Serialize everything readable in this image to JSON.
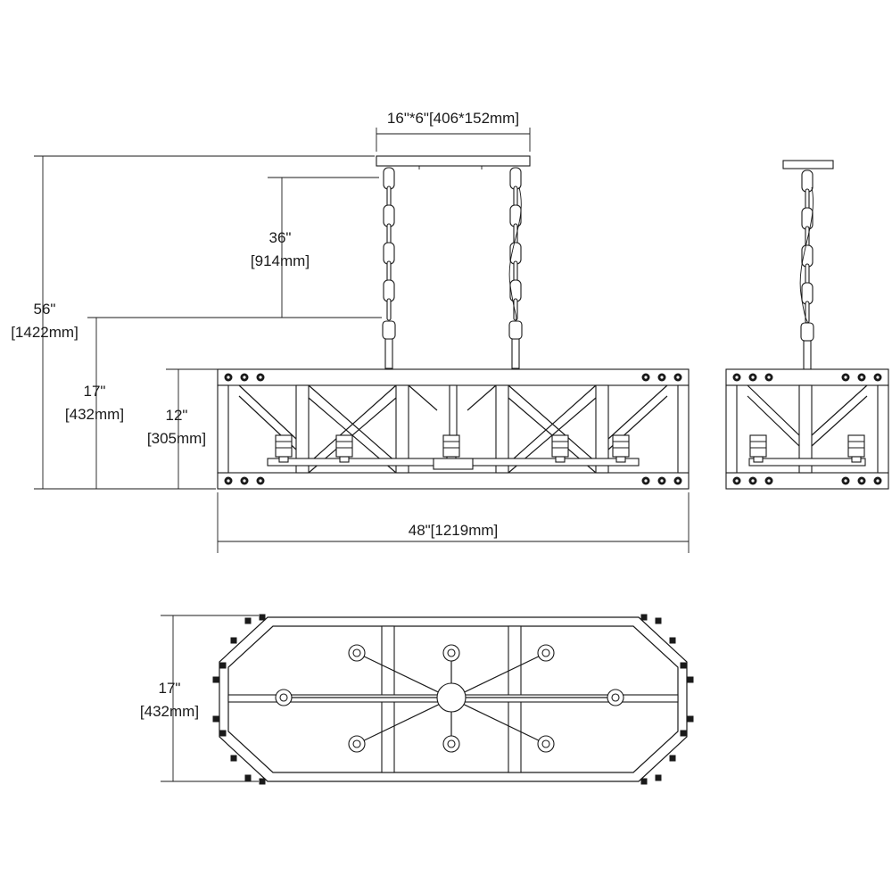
{
  "dimensions": {
    "canopy": "16\"*6\"[406*152mm]",
    "chain_in": "36\"",
    "chain_mm": "[914mm]",
    "overall_in": "56\"",
    "overall_mm": "[1422mm]",
    "body_in": "17\"",
    "body_mm": "[432mm]",
    "frame_in": "12\"",
    "frame_mm": "[305mm]",
    "width": "48\"[1219mm]",
    "depth_in": "17\"",
    "depth_mm": "[432mm]"
  }
}
